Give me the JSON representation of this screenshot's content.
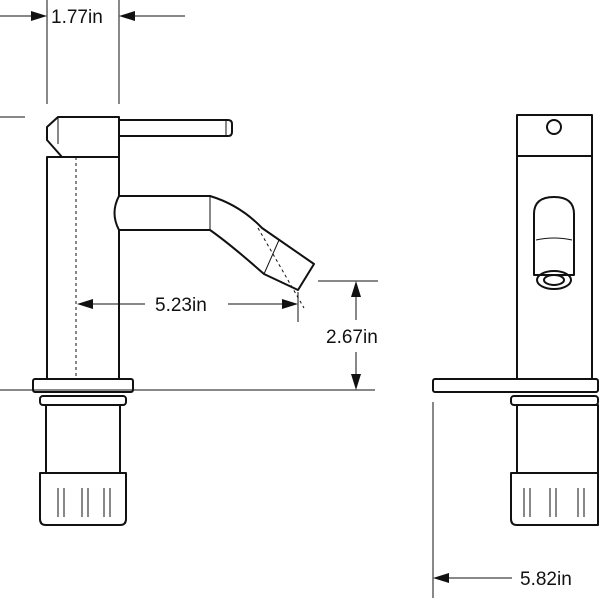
{
  "diagram": {
    "line_color": "#111111",
    "background": "#ffffff",
    "dimensions": {
      "handle_width": "1.77in",
      "spout_reach": "5.23in",
      "spout_height": "2.67in",
      "total_height": "5.82in"
    }
  }
}
